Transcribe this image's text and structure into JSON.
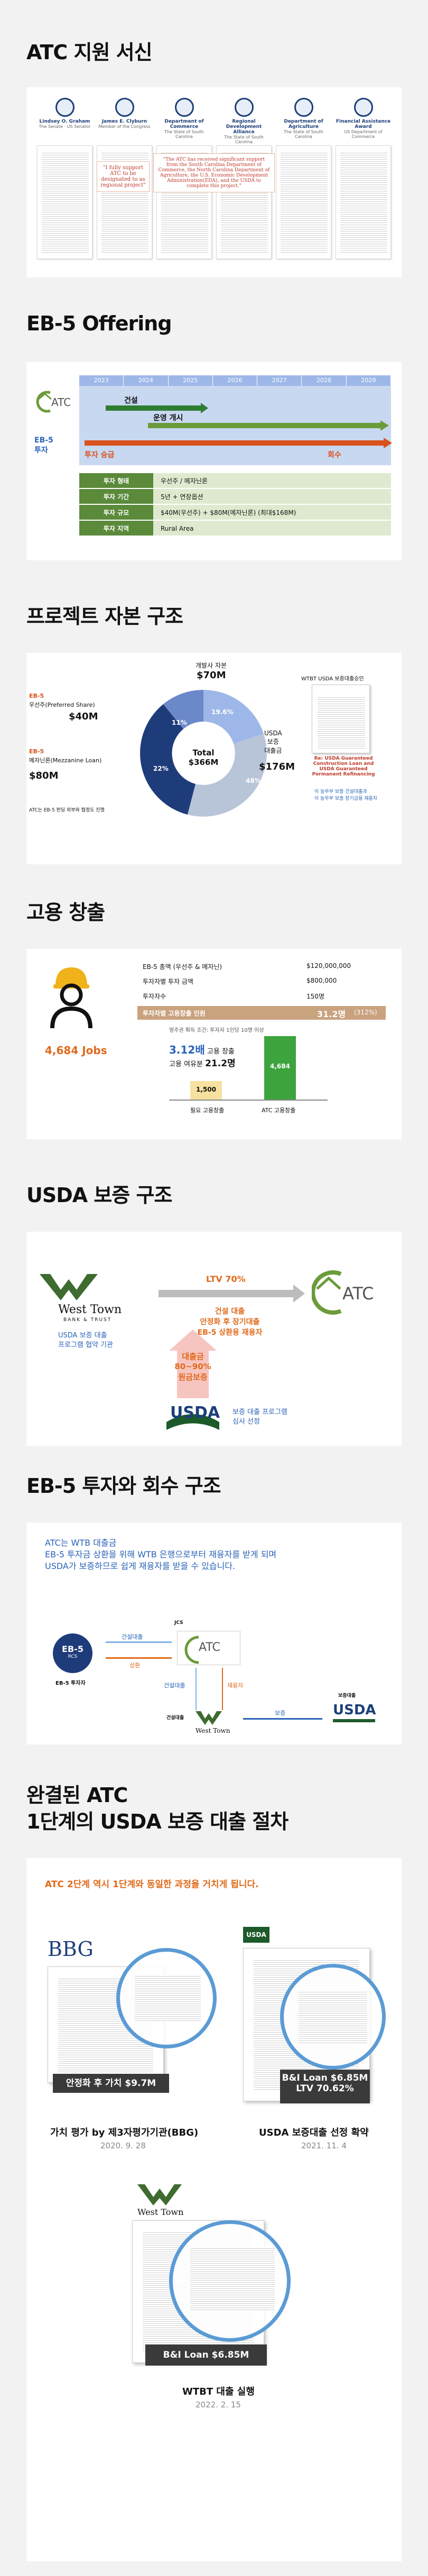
{
  "sections": {
    "support": "ATC 지원 서신",
    "eb5": "EB-5 Offering",
    "capital": "프로젝트 자본 구조",
    "jobs": "고용 창출",
    "usda": "USDA 보증 구조",
    "invest": "EB-5 투자와 회수 구조",
    "complete1": "완결된 ATC",
    "complete2": "1단계의 USDA 보증 대출 절차"
  },
  "letters": [
    {
      "name": "Lindsey O. Graham",
      "sub": "The Senate · US Senator"
    },
    {
      "name": "James E. Clyburn",
      "sub": "Member of the Congress"
    },
    {
      "name": "Department of Commerce",
      "sub": "The State of South Carolina"
    },
    {
      "name": "Regional Development Alliance",
      "sub": "The State of South Carolina"
    },
    {
      "name": "Department of Agriculture",
      "sub": "The State of South Carolina"
    },
    {
      "name": "Financial Assistance Award",
      "sub": "US Department of Commerce"
    }
  ],
  "letter_quotes": {
    "q1": "\"I fully support ATC to be designated to as regional project\"",
    "q2": "\"The ATC has received significant support from the South Carolina Department of Commerce, the North Carolina Department of Agriculture, the U.S. Economic Development Administration(EDA), and the USDA to complete this project.\""
  },
  "timeline": {
    "logo": "ATC",
    "years": [
      "2023",
      "2024",
      "2025",
      "2026",
      "2027",
      "2028",
      "2029"
    ],
    "construction": "건설",
    "operation": "운영 개시",
    "left_label": "EB-5\n투자",
    "invest": "투자 승급",
    "recover": "회수"
  },
  "offering_table": [
    {
      "k": "투자 형태",
      "v": "우선주 / 메자닌론"
    },
    {
      "k": "투자 기간",
      "v": "5년 + 연장옵션"
    },
    {
      "k": "투자 규모",
      "v": "$40M(우선주) + $80M(메자닌론) (최대$168M)"
    },
    {
      "k": "투자 지역",
      "v": "Rural Area"
    }
  ],
  "capital": {
    "center": "Total $366M",
    "pct_top": "19.6%",
    "pct_11": "11%",
    "pct_22": "22%",
    "pct_48": "48%",
    "dev_label": "개발사 자본",
    "dev_value": "$70M",
    "pref_label1": "EB-5",
    "pref_label2": "우선주(Preferred Share)",
    "pref_value": "$40M",
    "mezz_label1": "EB-5",
    "mezz_label2": "메자닌론(Mezzanine Loan)",
    "mezz_value": "$80M",
    "usda_label": "USDA\n보증\n대출금",
    "usda_value": "$176M",
    "doc_caption": "WTBT USDA 보증대출승인",
    "re_text": "Re: USDA Guaranteed Construction Loan and USDA Guaranteed Permanent Refinancing",
    "note1": "이 농무부 보증 건설대출과",
    "note2": "이 농무부 보증 장기금융 재융자",
    "footnote": "ATC는 EB-5 펀딩 외부와 협정도 진행"
  },
  "jobs": {
    "label": "4,684 Jobs",
    "rows": [
      {
        "k": "EB-5 총액 (우선주 & 메자닌)",
        "v": "$120,000,000"
      },
      {
        "k": "투자자별 투자 금액",
        "v": "$800,000"
      },
      {
        "k": "투자자수",
        "v": "150명"
      }
    ],
    "highlight_k": "투자자별 고용창출 인원",
    "highlight_v": "31.2명",
    "highlight_pct": "(312%)",
    "requirement": "영주권 획득 조건: 투자자 1인당 10명 이상",
    "big1": "3.12배",
    "big1_suffix": "고용 창출",
    "big2_prefix": "고용 여유분",
    "big2": "21.2명",
    "bar1": "1,500",
    "bar2": "4,684",
    "bar1_label": "필요 고용창출",
    "bar2_label": "ATC 고용창출"
  },
  "usda_struct": {
    "bank": "West Town",
    "bank_sub": "BANK & TRUST",
    "bank_desc1": "USDA 보증 대출",
    "bank_desc2": "프로그램 협약 기관",
    "ltv": "LTV 70%",
    "box1": "건설 대출",
    "box2": "안정화 후 장기대출",
    "box3": "EB-5 상환용 재융자",
    "guarantee1": "대출금",
    "guarantee2": "80~90%",
    "guarantee3": "원금보증",
    "usda_logo": "USDA",
    "usda_desc1": "보증 대출 프로그램",
    "usda_desc2": "심사 선정",
    "atc": "ATC"
  },
  "invest": {
    "p1": "ATC는 WTB 대출금",
    "p2": "EB-5 투자금 상환을 위해 WTB 은행으로부터 재융자를 받게 되며",
    "p3": "USDA가 보증하므로 쉽게 재융자를 받을 수 있습니다.",
    "eb5": "EB-5",
    "eb5_sub": "RCS",
    "eb5_caption": "EB-5 투자자",
    "arrow_invest": "건설대출",
    "arrow_repay": "상환",
    "atc_top": "JCS",
    "atc": "ATC",
    "loan": "건설대출",
    "refi": "재융자",
    "bank": "건설대출",
    "bank_name": "West Town",
    "guarantee": "보증",
    "usda_top": "보증대출",
    "usda": "USDA"
  },
  "complete": {
    "header": "ATC 2단계 역시 1단계와 동일한 과정을 거치게 됩니다.",
    "doc1_logo": "BBG",
    "doc1_badge": "안정화 후 가치 $9.7M",
    "doc1_title": "가치 평가 by 제3자평가기관(BBG)",
    "doc1_date": "2020. 9. 28",
    "doc2_badge1": "B&I Loan $6.85M",
    "doc2_badge2": "LTV 70.62%",
    "doc2_title": "USDA 보증대출 선정 확약",
    "doc2_date": "2021. 11. 4",
    "doc3_logo": "West Town",
    "doc3_badge": "B&I Loan $6.85M",
    "doc3_title": "WTBT 대출 실행",
    "doc3_date": "2022. 2. 15"
  }
}
